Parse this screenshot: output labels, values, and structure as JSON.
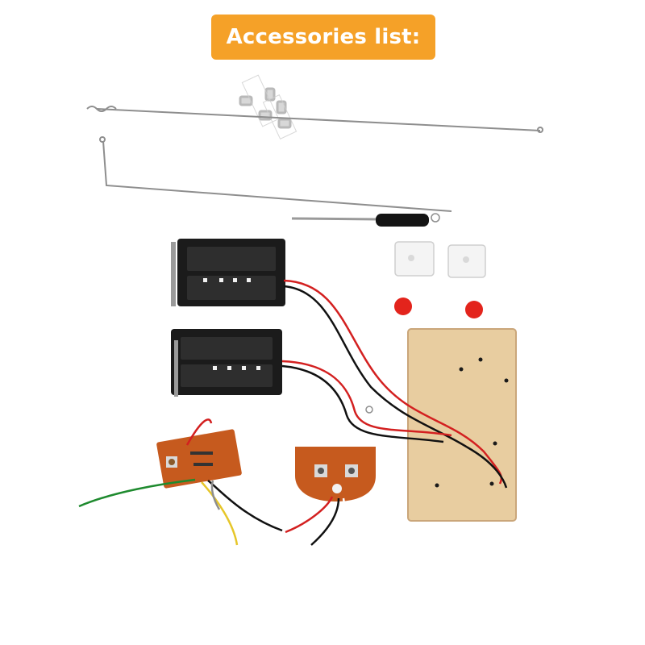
{
  "header": {
    "title": "Accessories list:"
  },
  "colors": {
    "banner": "#f5a128",
    "pcb": "#c65a1e",
    "wood": "#e8cda0",
    "battery": "#1b1b1b",
    "button_cap": "#e3241c",
    "wire_red": "#d32020",
    "wire_black": "#111111",
    "wire_green": "#1e8a2e",
    "wire_yellow": "#e6c629"
  },
  "parts": [
    {
      "name": "screws",
      "icon": "screw-icon"
    },
    {
      "name": "spring-axle-wire",
      "icon": "wire-icon"
    },
    {
      "name": "bent-rod",
      "icon": "rod-icon"
    },
    {
      "name": "screwdriver",
      "icon": "screwdriver-icon"
    },
    {
      "name": "battery-holder-top",
      "icon": "battery-holder-icon"
    },
    {
      "name": "battery-holder-bottom",
      "icon": "battery-holder-icon"
    },
    {
      "name": "white-brackets",
      "icon": "bracket-icon"
    },
    {
      "name": "red-button-caps",
      "icon": "button-cap-icon"
    },
    {
      "name": "wooden-base-board",
      "icon": "wood-board-icon"
    },
    {
      "name": "receiver-board",
      "icon": "pcb-icon"
    },
    {
      "name": "remote-board",
      "icon": "pcb-icon"
    }
  ]
}
